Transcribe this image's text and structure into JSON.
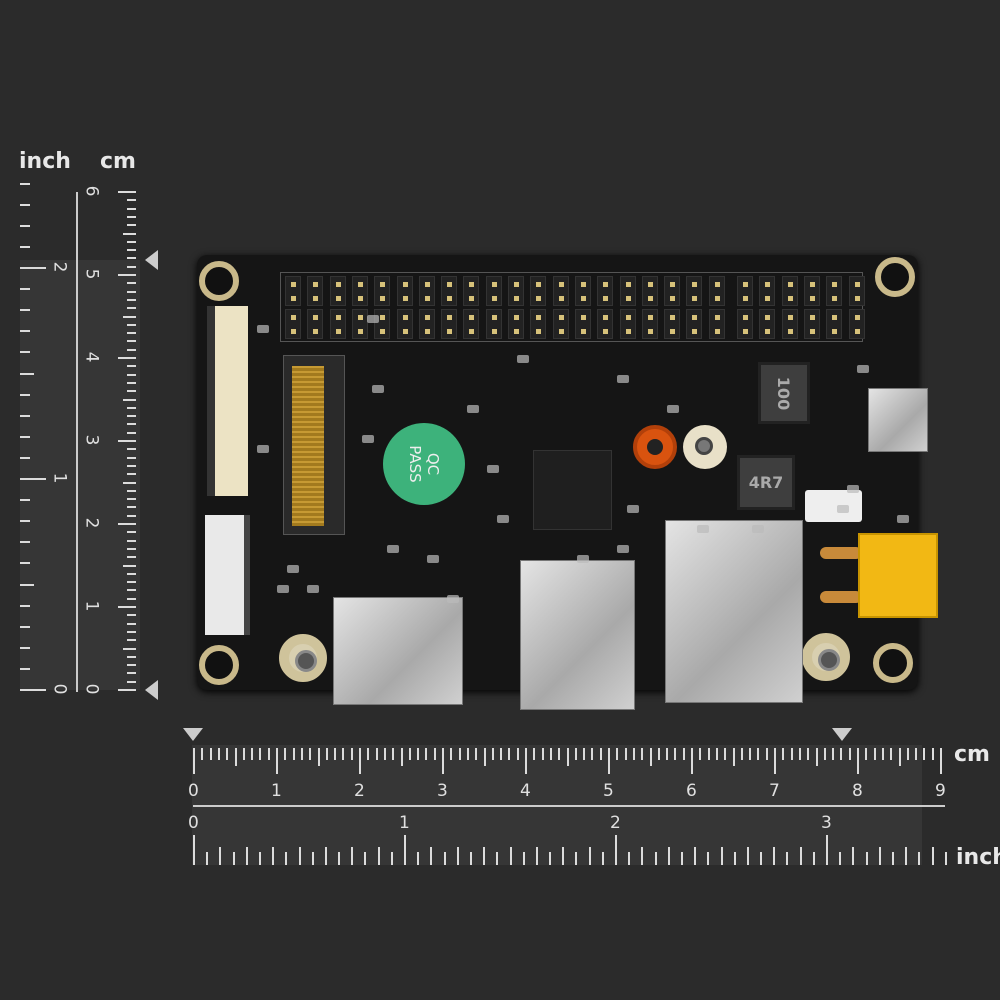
{
  "left_ruler": {
    "inch_label": "inch",
    "cm_label": "cm",
    "cm_ticks": [
      "0",
      "1",
      "2",
      "3",
      "4",
      "5",
      "6"
    ],
    "inch_ticks": [
      "0",
      "1",
      "2"
    ]
  },
  "bottom_ruler": {
    "cm_label": "cm",
    "inch_label": "inch",
    "cm_ticks": [
      "0",
      "1",
      "2",
      "3",
      "4",
      "5",
      "6",
      "7",
      "8",
      "9"
    ],
    "inch_ticks": [
      "0",
      "1",
      "2",
      "3"
    ]
  },
  "board": {
    "qc_sticker": "QC PASS",
    "inductor_1": "100",
    "inductor_2": "4R7",
    "colors": {
      "pcb": "#151515",
      "sticker": "#3db27b",
      "connector": "#f2b814",
      "jack": "#d9530f"
    }
  }
}
